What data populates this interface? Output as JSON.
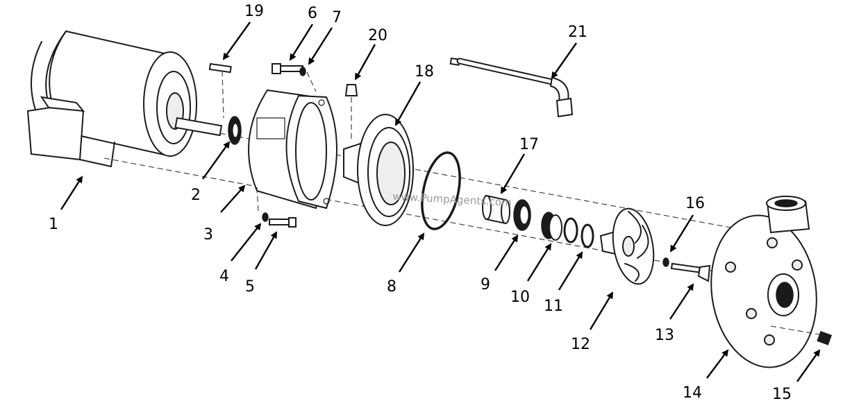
{
  "watermark": "www.PumpAgents.com",
  "callouts": [
    "1",
    "2",
    "3",
    "4",
    "5",
    "6",
    "7",
    "8",
    "9",
    "10",
    "11",
    "12",
    "13",
    "14",
    "15",
    "16",
    "17",
    "18",
    "19",
    "20",
    "21"
  ]
}
